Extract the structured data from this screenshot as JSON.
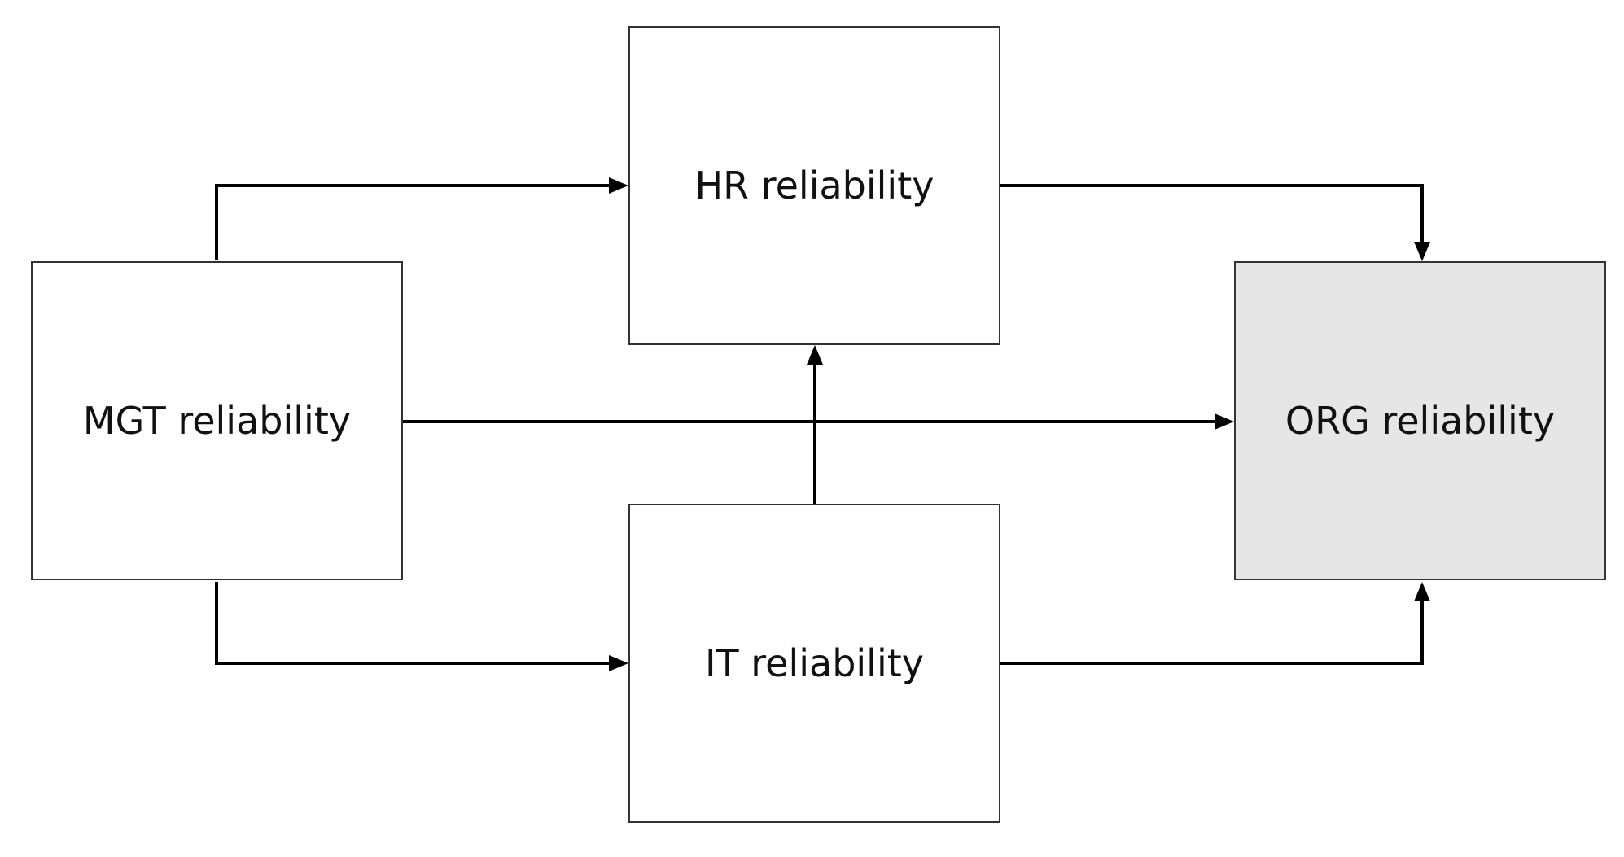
{
  "nodes": {
    "hr": {
      "label": "HR reliability"
    },
    "mgt": {
      "label": "MGT reliability"
    },
    "it": {
      "label": "IT reliability"
    },
    "org": {
      "label": "ORG reliability"
    }
  },
  "edges": [
    {
      "from": "mgt",
      "to": "hr"
    },
    {
      "from": "mgt",
      "to": "org"
    },
    {
      "from": "mgt",
      "to": "it"
    },
    {
      "from": "it",
      "to": "hr"
    },
    {
      "from": "hr",
      "to": "org"
    },
    {
      "from": "it",
      "to": "org"
    }
  ],
  "colors": {
    "box_border": "#333333",
    "box_fill": "#ffffff",
    "highlight_fill": "#e6e6e6",
    "arrow": "#000000"
  }
}
